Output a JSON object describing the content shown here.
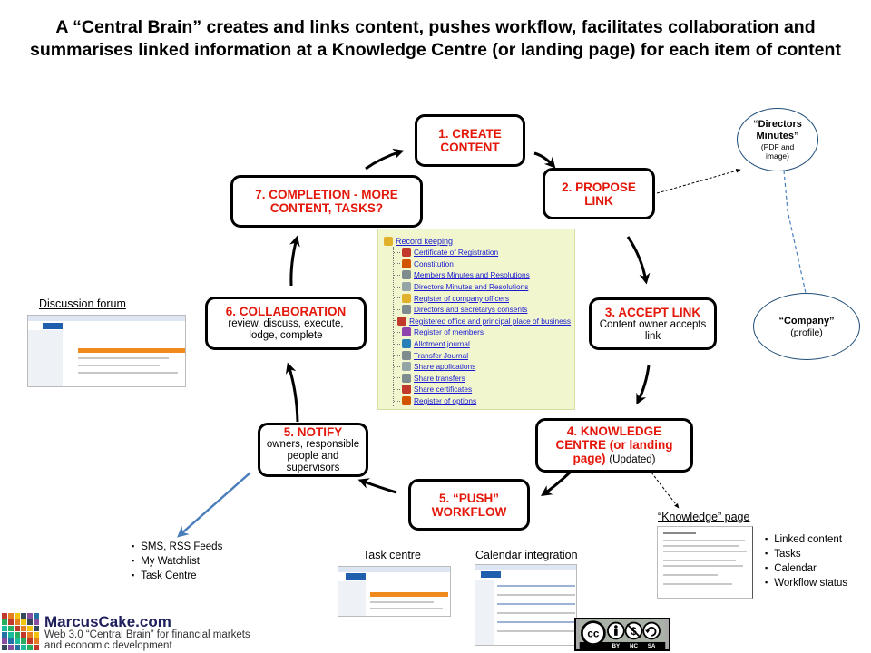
{
  "title": "A “Central Brain” creates and links content, pushes workflow, facilitates collaboration and summarises linked information at a Knowledge Centre (or landing page) for each item of content",
  "steps": {
    "s1": {
      "heading": "1. CREATE CONTENT"
    },
    "s2": {
      "heading": "2. PROPOSE LINK"
    },
    "s3": {
      "heading": "3. ACCEPT LINK",
      "detail": "Content owner accepts link"
    },
    "s4": {
      "heading": "4. KNOWLEDGE CENTRE (or landing page)",
      "note": "(Updated)"
    },
    "s5push": {
      "heading": "5. “PUSH” WORKFLOW"
    },
    "s5notify": {
      "heading": "5. NOTIFY",
      "detail": "owners, responsible people and supervisors"
    },
    "s6": {
      "heading": "6. COLLABORATION",
      "detail": "review, discuss, execute, lodge, complete"
    },
    "s7": {
      "heading": "7. COMPLETION - MORE CONTENT, TASKS?"
    }
  },
  "ovals": {
    "directors": {
      "heading": "“Directors Minutes”",
      "detail": "(PDF and image)"
    },
    "company": {
      "heading": "“Company”",
      "detail": "(profile)"
    }
  },
  "record_keeping": {
    "root": "Record keeping",
    "items": [
      {
        "label": "Certificate of Registration",
        "icon": "certificate-icon",
        "color": "#c0392b"
      },
      {
        "label": "Constitution",
        "icon": "seal-icon",
        "color": "#d35400"
      },
      {
        "label": "Members Minutes and Resolutions",
        "icon": "register-book-icon",
        "color": "#7f8c8d"
      },
      {
        "label": "Directors Minutes and Resolutions",
        "icon": "register-book-icon",
        "color": "#95a5a6"
      },
      {
        "label": "Register of company officers",
        "icon": "officer-icon",
        "color": "#e1b12c"
      },
      {
        "label": "Directors and secretarys consents",
        "icon": "document-icon",
        "color": "#7f8c8d"
      },
      {
        "label": "Registered office and principal place of business",
        "icon": "office-icon",
        "color": "#c0392b"
      },
      {
        "label": "Register of members",
        "icon": "members-icon",
        "color": "#8e44ad"
      },
      {
        "label": "Allotment journal",
        "icon": "journal-icon",
        "color": "#2980b9"
      },
      {
        "label": "Transfer Journal",
        "icon": "journal-icon",
        "color": "#7f8c8d"
      },
      {
        "label": "Share applications",
        "icon": "share-icon",
        "color": "#95a5a6"
      },
      {
        "label": "Share transfers",
        "icon": "share-icon",
        "color": "#7f8c8d"
      },
      {
        "label": "Share certificates",
        "icon": "certificate-icon",
        "color": "#c0392b"
      },
      {
        "label": "Register of options",
        "icon": "register-book-icon",
        "color": "#d35400"
      }
    ]
  },
  "captions": {
    "discussion_forum": "Discussion forum",
    "task_centre": "Task centre",
    "calendar_integration": "Calendar integration",
    "knowledge_page": "“Knowledge” page"
  },
  "notify_channels": [
    "SMS, RSS Feeds",
    "My Watchlist",
    "Task Centre"
  ],
  "knowledge_page_items": [
    "Linked content",
    "Tasks",
    "Calendar",
    "Workflow status"
  ],
  "brand": {
    "name": "MarcusCake.com",
    "tagline_1": "Web 3.0 “Central Brain” for financial markets",
    "tagline_2": "and economic development"
  },
  "license": {
    "labels": [
      "BY",
      "NC",
      "SA"
    ]
  },
  "colors": {
    "heading_red": "#e3170a",
    "oval_blue": "#1f4e79",
    "tree_bg": "#f1f6cf",
    "link_blue": "#1a1ad0",
    "pointer_blue": "#4a7ebb"
  }
}
